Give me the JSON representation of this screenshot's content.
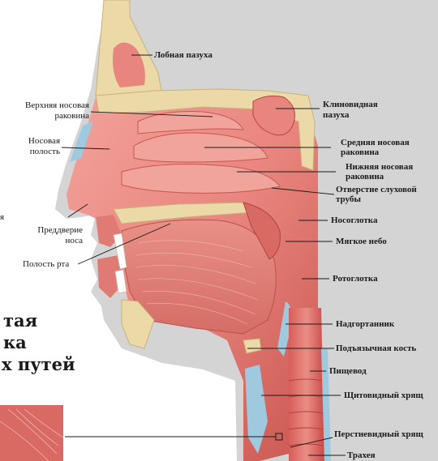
{
  "labels": {
    "frontal_sinus": "Лобная пазуха",
    "superior_concha": "Верхняя носовая раковина",
    "sphenoid_sinus": "Клиновидная пазуха",
    "nasal_cavity": "Носовая полость",
    "middle_concha": "Средняя носовая раковина",
    "inferior_concha": "Нижняя носовая раковина",
    "eustachian_opening": "Отверстие слуховой трубы",
    "nasal_vestibule": "Преддверие носа",
    "nasopharynx": "Носоглотка",
    "soft_palate": "Мягкое небо",
    "oral_cavity": "Полость рта",
    "oropharynx": "Ротоглотка",
    "epiglottis": "Надгортанник",
    "hyoid_bone": "Подъязычная кость",
    "esophagus": "Пищевод",
    "thyroid_cartilage": "Щитовидный хрящ",
    "cricoid_cartilage": "Перстневидный хрящ",
    "trachea": "Трахея",
    "edge_fragment": "я"
  },
  "heading_fragments": {
    "line1": "тая",
    "line2": "ка",
    "line3": "х путей"
  },
  "colors": {
    "tissue": "#e8857e",
    "tissue_dark": "#c94f4c",
    "bone": "#ecd9a8",
    "skin": "#d9d9d9",
    "cartilage": "#9fc9de"
  }
}
